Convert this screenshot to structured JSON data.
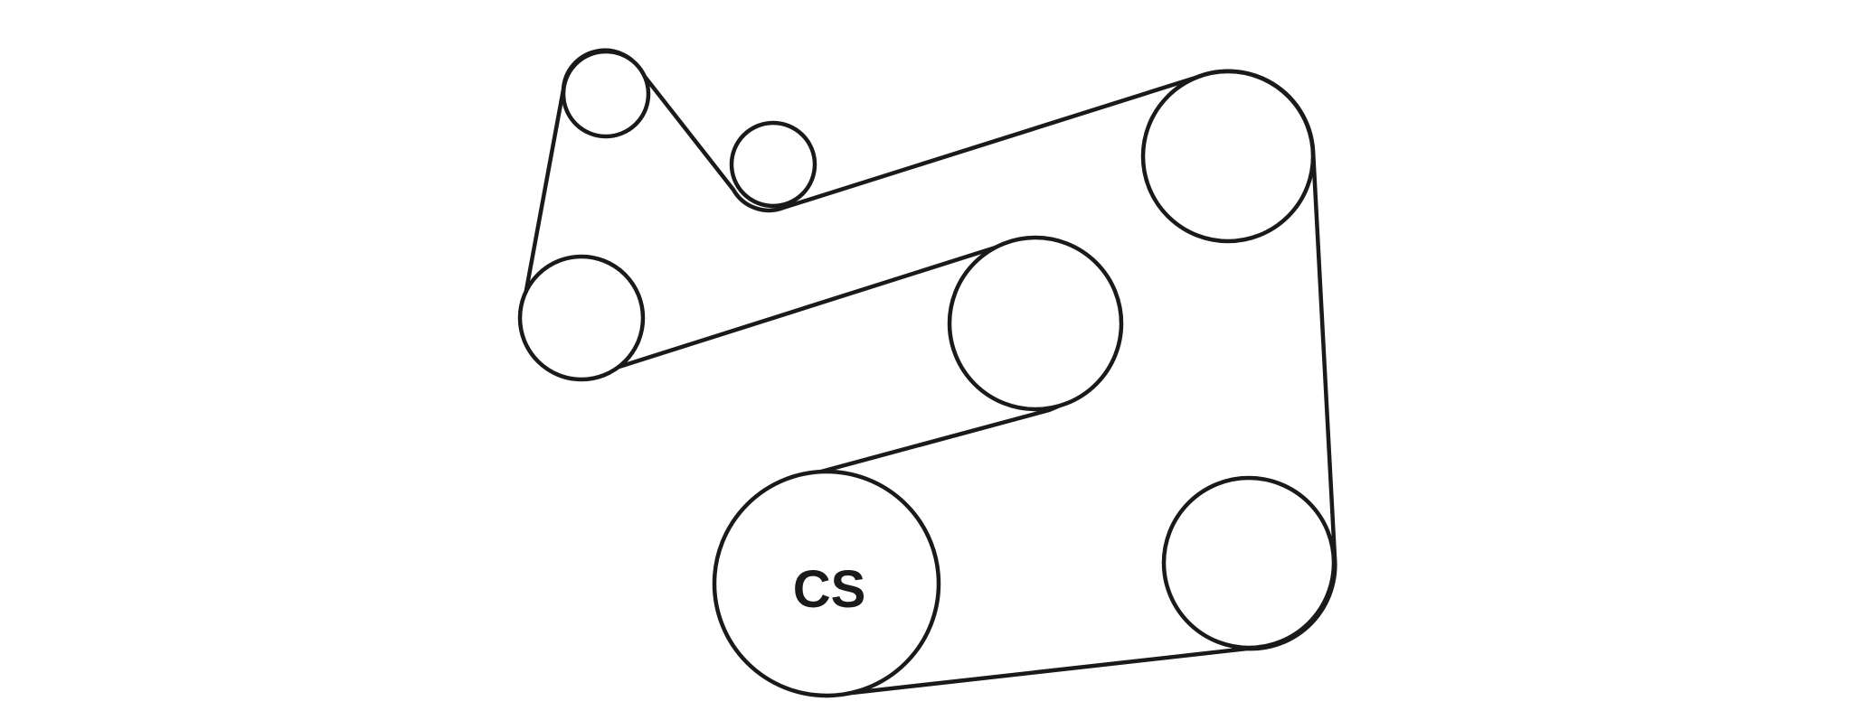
{
  "diagram": {
    "pulleys": [
      {
        "id": "idler-top-left",
        "label": ""
      },
      {
        "id": "idler-top-small",
        "label": ""
      },
      {
        "id": "pulley-top-right",
        "label": ""
      },
      {
        "id": "idler-left",
        "label": ""
      },
      {
        "id": "pulley-middle",
        "label": ""
      },
      {
        "id": "crankshaft",
        "label": "CS"
      },
      {
        "id": "pulley-bottom-right",
        "label": ""
      }
    ],
    "crankshaft_label": "CS",
    "colors": {
      "line": "#1a1a1a",
      "background": "#ffffff"
    }
  }
}
